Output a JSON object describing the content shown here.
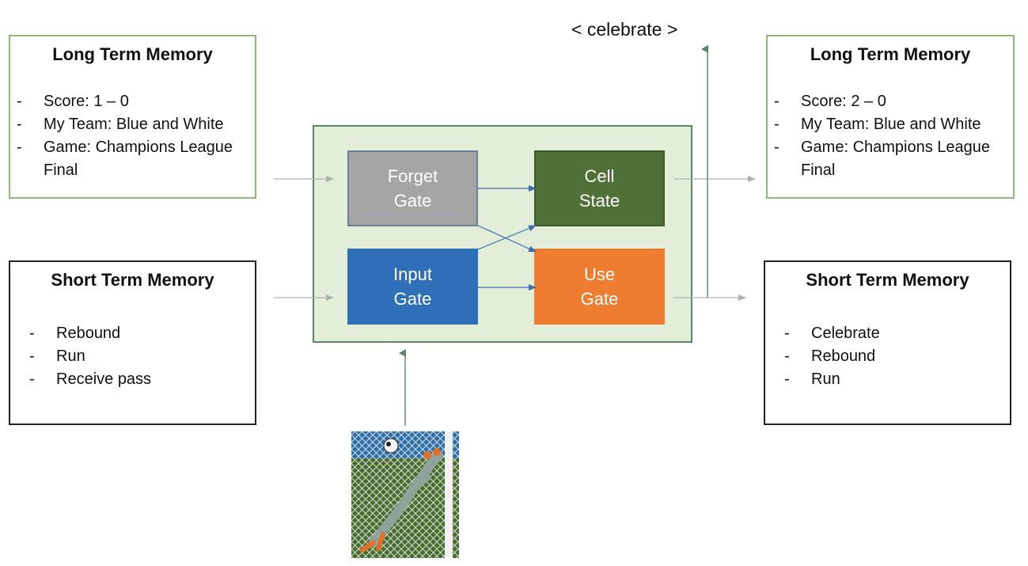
{
  "left": {
    "long_term": {
      "title": "Long Term Memory",
      "items": [
        "Score: 1 – 0",
        "My Team: Blue and White",
        "Game: Champions League",
        "Final"
      ]
    },
    "short_term": {
      "title": "Short Term Memory",
      "items": [
        "Rebound",
        "Run",
        "Receive pass"
      ]
    }
  },
  "right": {
    "long_term": {
      "title": "Long Term Memory",
      "items": [
        "Score: 2 – 0",
        "My Team: Blue and White",
        "Game: Champions League",
        "Final"
      ]
    },
    "short_term": {
      "title": "Short Term Memory",
      "items": [
        "Celebrate",
        "Rebound",
        "Run"
      ]
    }
  },
  "gates": {
    "forget": [
      "Forget",
      "Gate"
    ],
    "cell": [
      "Cell",
      "State"
    ],
    "input": [
      "Input",
      "Gate"
    ],
    "use": [
      "Use",
      "Gate"
    ]
  },
  "output_label": "< celebrate >",
  "colors": {
    "forget_gate": "#a5a5a5",
    "cell_state": "#4f7036",
    "input_gate": "#2f6fb8",
    "use_gate": "#ee7d31",
    "container_fill": "#e2eed8",
    "long_term_border": "#8dba75",
    "short_term_border": "#222222"
  },
  "dash": "-"
}
